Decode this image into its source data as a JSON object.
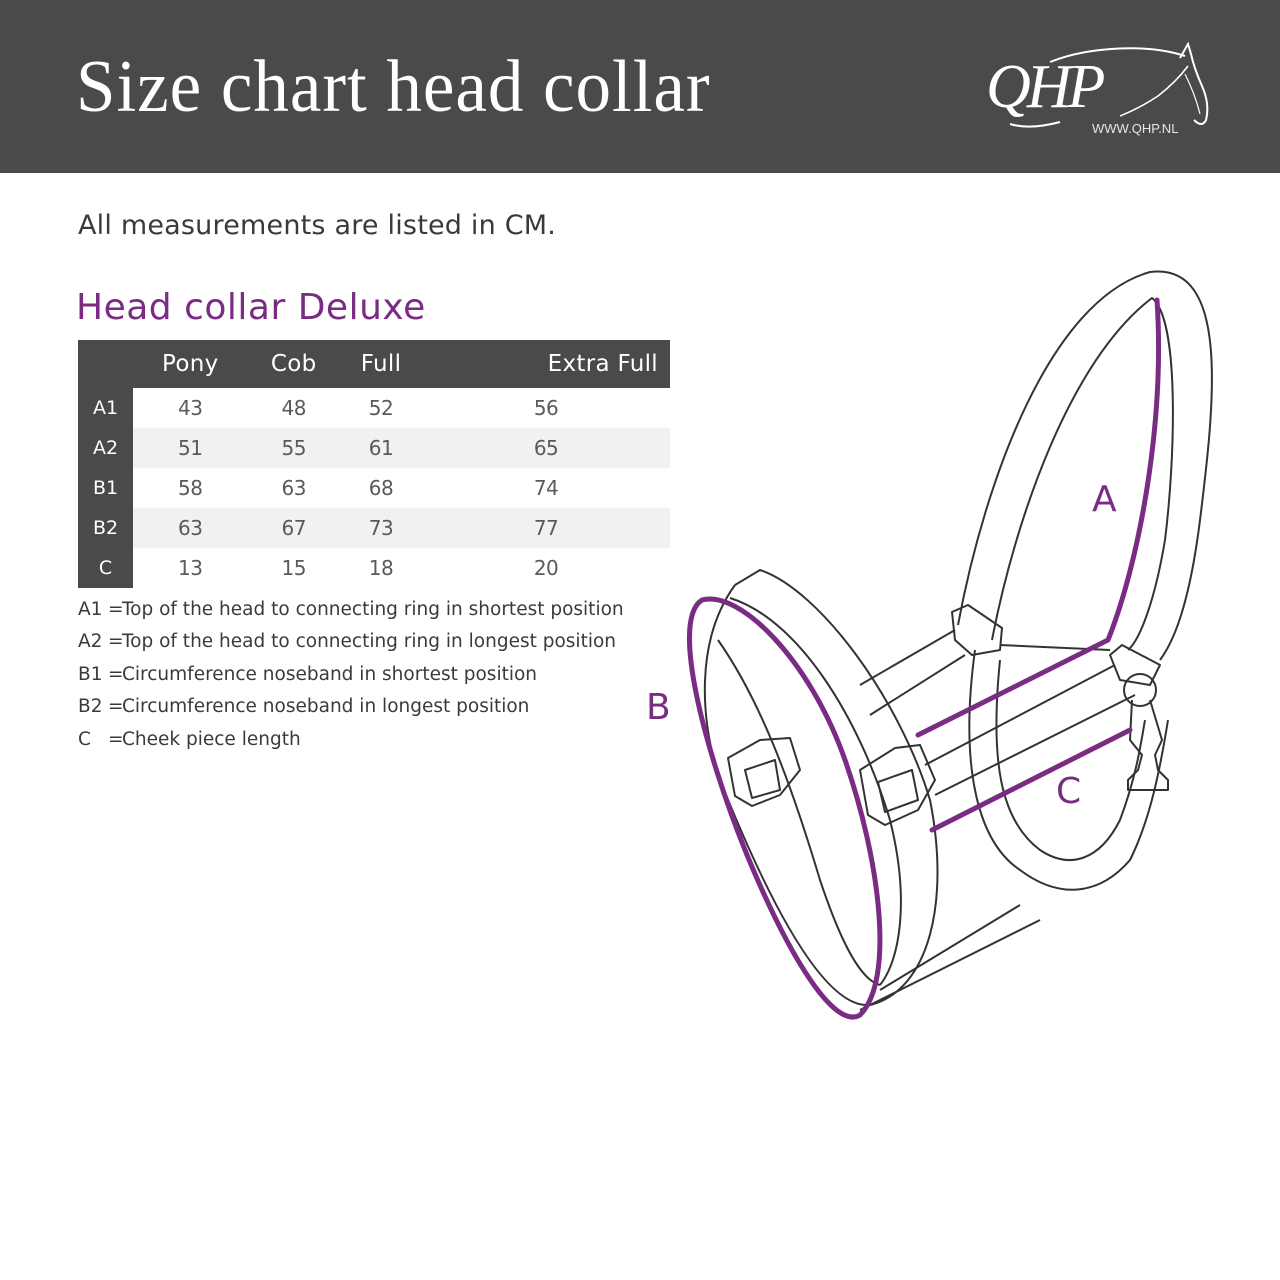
{
  "header": {
    "title": "Size chart head collar",
    "logo": {
      "brand": "QHP",
      "url_text": "WWW.QHP.NL",
      "icon": "horse-head-icon"
    },
    "background_color": "#4b494a"
  },
  "intro": "All measurements are listed in CM.",
  "section": {
    "title": "Head collar Deluxe",
    "accent_color": "#7a2c84"
  },
  "table": {
    "columns": [
      "Pony",
      "Cob",
      "Full",
      "Extra Full"
    ],
    "rows": [
      {
        "label": "A1",
        "values": [
          "43",
          "48",
          "52",
          "56"
        ]
      },
      {
        "label": "A2",
        "values": [
          "51",
          "55",
          "61",
          "65"
        ]
      },
      {
        "label": "B1",
        "values": [
          "58",
          "63",
          "68",
          "74"
        ]
      },
      {
        "label": "B2",
        "values": [
          "63",
          "67",
          "73",
          "77"
        ]
      },
      {
        "label": "C",
        "values": [
          "13",
          "15",
          "18",
          "20"
        ]
      }
    ]
  },
  "legend": [
    {
      "code": "A1",
      "description": "Top of the head to connecting ring in shortest position"
    },
    {
      "code": "A2",
      "description": "Top of the head to connecting ring in longest position"
    },
    {
      "code": "B1",
      "description": "Circumference noseband in shortest position"
    },
    {
      "code": "B2",
      "description": "Circumference noseband in longest position"
    },
    {
      "code": "C",
      "description": "Cheek piece length"
    }
  ],
  "legend_separator": "=",
  "diagram": {
    "labels": {
      "a": "A",
      "b": "B",
      "c": "C"
    },
    "measure_color": "#7a2c84",
    "outline_color": "#333333"
  }
}
